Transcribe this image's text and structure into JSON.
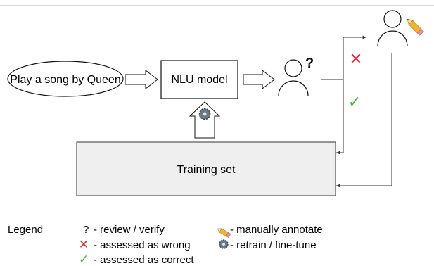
{
  "input": {
    "text": "Play a song by Queen"
  },
  "model": {
    "label": "NLU model"
  },
  "training_set": {
    "label": "Training set"
  },
  "reviewer": {
    "mark": "?"
  },
  "marks": {
    "wrong_symbol": "✕",
    "correct_symbol": "✓"
  },
  "legend": {
    "title": "Legend",
    "review_symbol": "?",
    "review": "- review / verify",
    "wrong": "- assessed as wrong",
    "correct": "- assessed as correct",
    "annotate": "- manually annotate",
    "retrain": "- retrain / fine-tune"
  },
  "colors": {
    "wrong": "#e0272e",
    "correct": "#3fba3a",
    "box_fill": "#efefef",
    "pencil": "#f2b233",
    "gear": "#6b7a86"
  }
}
